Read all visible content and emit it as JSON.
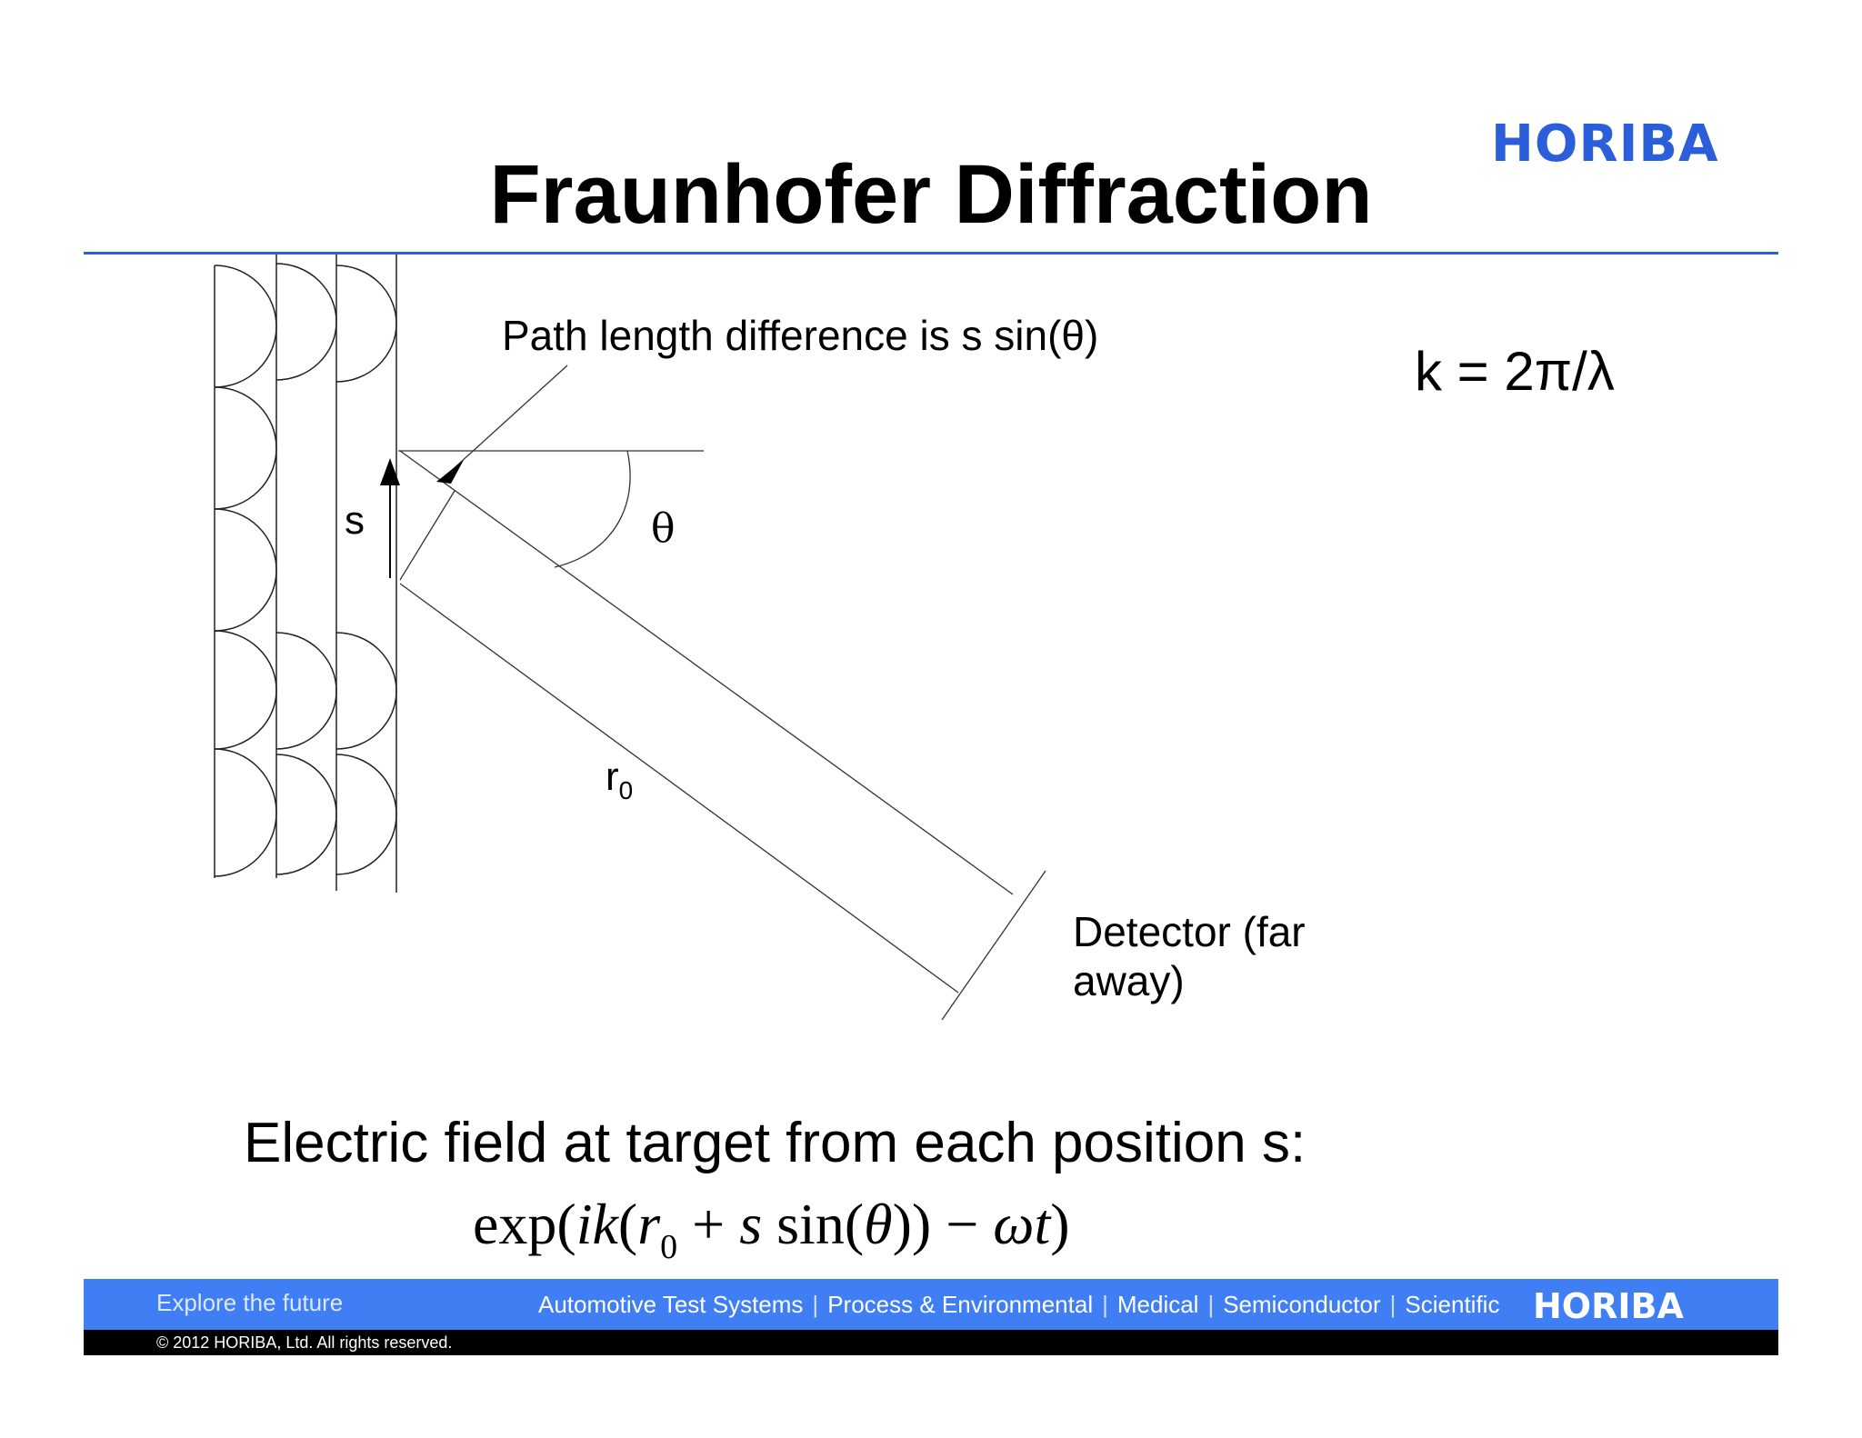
{
  "logo": {
    "text": "HORIBA",
    "color": "#2b5fd9"
  },
  "title": "Fraunhofer Diffraction",
  "diagram": {
    "path_label": "Path length difference is s sin(θ)",
    "k_label": "k = 2π/λ",
    "s_label": "s",
    "theta_label": "θ",
    "r_label": "r",
    "r_sub": "0",
    "detector_label": "Detector (far away)"
  },
  "equation": {
    "label": "Electric field at target from each position s:",
    "exp": "exp(",
    "ik": "ik",
    "open": "(",
    "r": "r",
    "r_sub": "0",
    "plus": " + ",
    "s": "s",
    "sin": " sin(",
    "theta": "θ",
    "close_mid": ")) − ",
    "omega_t": "ωt",
    "close": ")"
  },
  "footer": {
    "explore": "Explore the future",
    "divisions": [
      "Automotive Test Systems",
      "Process & Environmental",
      "Medical",
      "Semiconductor",
      "Scientific"
    ],
    "logo": "HORIBA",
    "copyright": "© 2012 HORIBA, Ltd. All rights reserved.",
    "bar_color": "#3f7ef3"
  }
}
